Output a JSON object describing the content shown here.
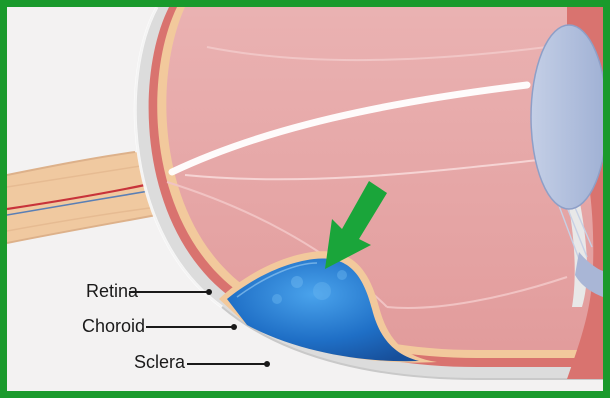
{
  "labels": {
    "retina": "Retina",
    "choroid": "Choroid",
    "sclera": "Sclera"
  },
  "colors": {
    "frame_border": "#1a9a2c",
    "background": "#f3f2f2",
    "sclera": "#d9d9d9",
    "choroid": "#d9736f",
    "retina": "#f2c99c",
    "vitreous": "#e7a5a5",
    "optic_nerve": "#f0c9a0",
    "vessel_red": "#c8333a",
    "vessel_blue": "#5a7fb5",
    "detachment_fluid": "#1f6fc6",
    "lens": "#b7c4df",
    "arrow": "#1aa53a"
  },
  "icons": {
    "pointer": "green-arrow-icon"
  }
}
